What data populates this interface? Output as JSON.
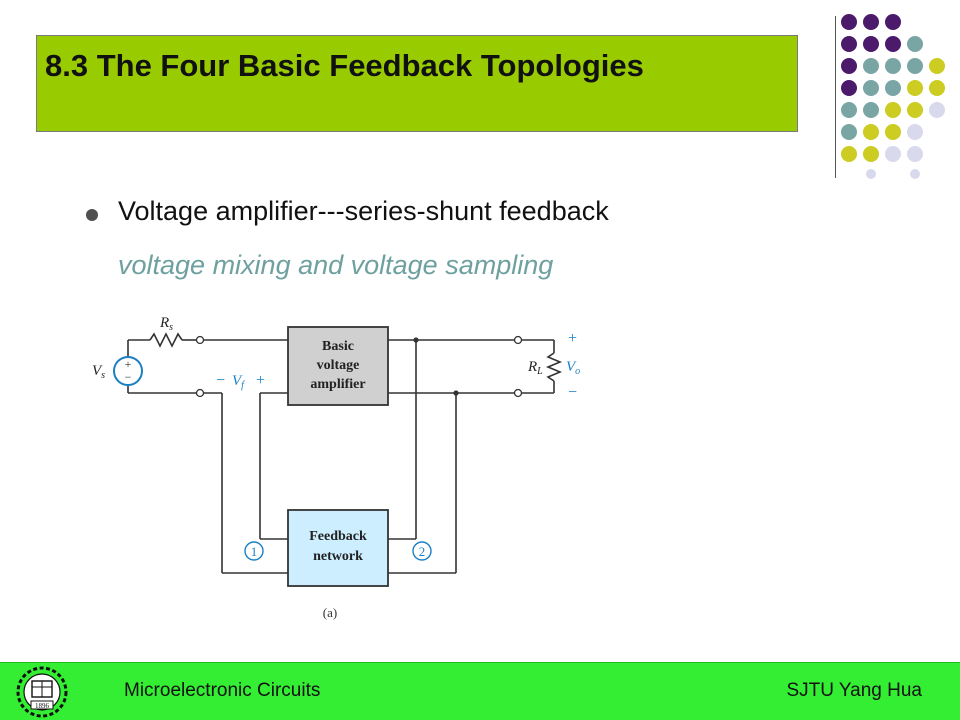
{
  "slide": {
    "title": "8.3 The Four Basic Feedback Topologies",
    "bullet": "Voltage amplifier---series-shunt feedback",
    "subtext": "voltage mixing and voltage sampling"
  },
  "footer": {
    "left": "Microelectronic Circuits",
    "right": "SJTU  Yang Hua",
    "logo_year": "1896"
  },
  "circuit": {
    "source_label": "V",
    "source_sub": "s",
    "rs_label": "R",
    "rs_sub": "s",
    "vf_minus": "−",
    "vf_label": "V",
    "vf_sub": "f",
    "vf_plus": "+",
    "amp_line1": "Basic",
    "amp_line2": "voltage",
    "amp_line3": "amplifier",
    "fb_line1": "Feedback",
    "fb_line2": "network",
    "port1": "1",
    "port2": "2",
    "rl_label": "R",
    "rl_sub": "L",
    "vo_label": "V",
    "vo_sub": "o",
    "vo_plus": "+",
    "vo_minus": "−",
    "caption": "(a)"
  },
  "colors": {
    "title_bg": "#99cc00",
    "footer_bg": "#33ee33",
    "subtext": "#6fa0a0",
    "amp_fill": "#d0d0d0",
    "fb_fill": "#cceeff",
    "wire": "#333333",
    "accent_blue": "#1a7fc4",
    "dot_purple": "#4b1a6b",
    "dot_teal": "#7aa5a5",
    "dot_olive": "#cccc22",
    "dot_lavender": "#d9d9ee"
  }
}
